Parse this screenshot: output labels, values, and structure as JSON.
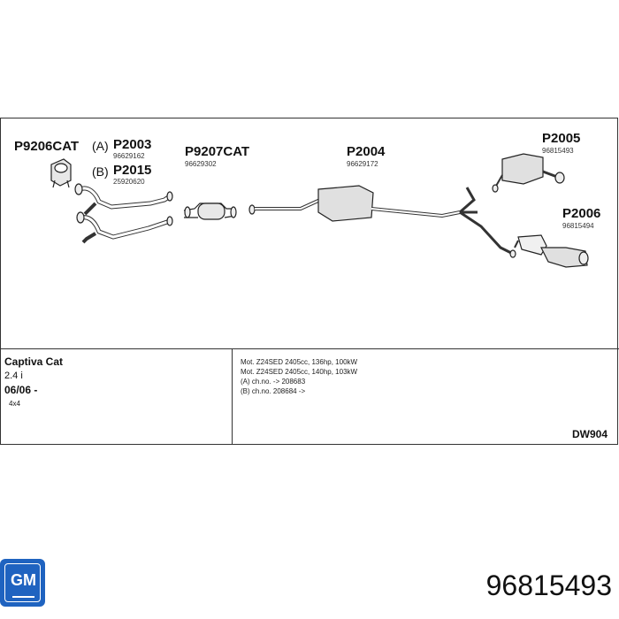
{
  "diagram": {
    "parts": [
      {
        "code": "P9206CAT",
        "number": ""
      },
      {
        "code": "P2003",
        "number": "96629162",
        "variant": "(A)"
      },
      {
        "code": "P2015",
        "number": "25920620",
        "variant": "(B)"
      },
      {
        "code": "P9207CAT",
        "number": "96629302"
      },
      {
        "code": "P2004",
        "number": "96629172"
      },
      {
        "code": "P2005",
        "number": "96815493"
      },
      {
        "code": "P2006",
        "number": "96815494"
      }
    ]
  },
  "info": {
    "model": "Captiva Cat",
    "engine": "2.4 i",
    "date": "06/06 -",
    "drive": "4x4",
    "notes": [
      "Mot. Z24SED 2405cc, 136hp, 100kW",
      "Mot. Z24SED 2405cc, 140hp, 103kW",
      "(A) ch.no. -> 208683",
      "(B) ch.no. 208684 ->"
    ],
    "diagram_code": "DW904"
  },
  "brand": {
    "logo_text": "GM",
    "logo_color": "#1f63c0"
  },
  "product": {
    "part_number": "96815493"
  }
}
